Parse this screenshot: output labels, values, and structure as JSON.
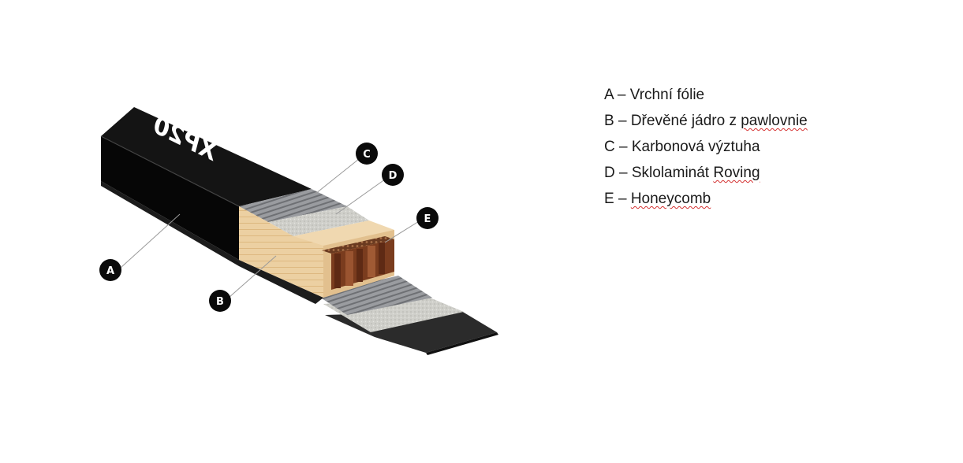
{
  "diagram": {
    "brand": "XP20",
    "callouts": [
      {
        "letter": "A"
      },
      {
        "letter": "B"
      },
      {
        "letter": "C"
      },
      {
        "letter": "D"
      },
      {
        "letter": "E"
      }
    ]
  },
  "legend": {
    "items": [
      {
        "letter": "A",
        "dash": "–",
        "label": "Vrchní fólie",
        "underlined": ""
      },
      {
        "letter": "B",
        "dash": "–",
        "label": "Dřevěné jádro z ",
        "underlined": "pawlovnie"
      },
      {
        "letter": "C",
        "dash": "–",
        "label": "Karbonová výztuha",
        "underlined": ""
      },
      {
        "letter": "D",
        "dash": "–",
        "label": "Sklolaminát ",
        "underlined": "Roving"
      },
      {
        "letter": "E",
        "dash": "–",
        "label": "",
        "underlined": "Honeycomb"
      }
    ]
  },
  "colors": {
    "topsheet": "#0d0d0d",
    "wood": "#e8c898",
    "carbon": "#8a8c90",
    "fiberglass": "#c8c8c4",
    "honeycomb": "#8a4a2a",
    "base": "#2a2a2a",
    "callout": "#0a0a0a"
  }
}
